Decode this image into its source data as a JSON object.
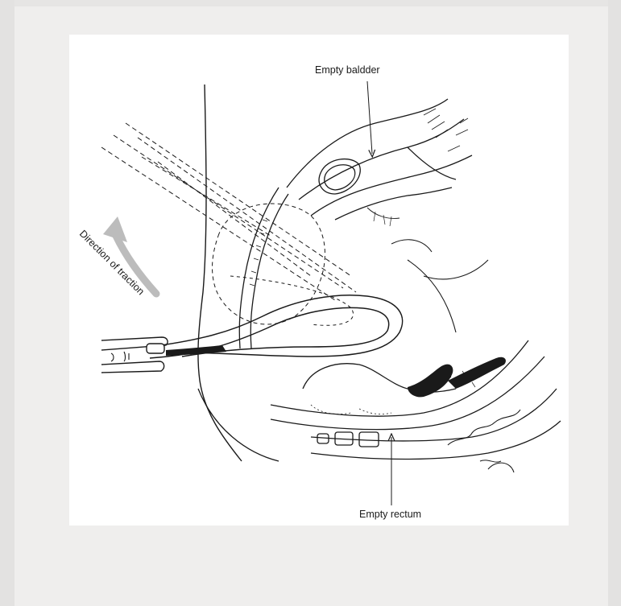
{
  "figure": {
    "labels": {
      "bladder": "Empty baldder",
      "rectum": "Empty rectum",
      "traction": "Direction of traction"
    },
    "colors": {
      "ink": "#1a1a1a",
      "arrow_gray": "#b9b9b9",
      "background": "#efeeed",
      "card": "#ffffff"
    }
  }
}
